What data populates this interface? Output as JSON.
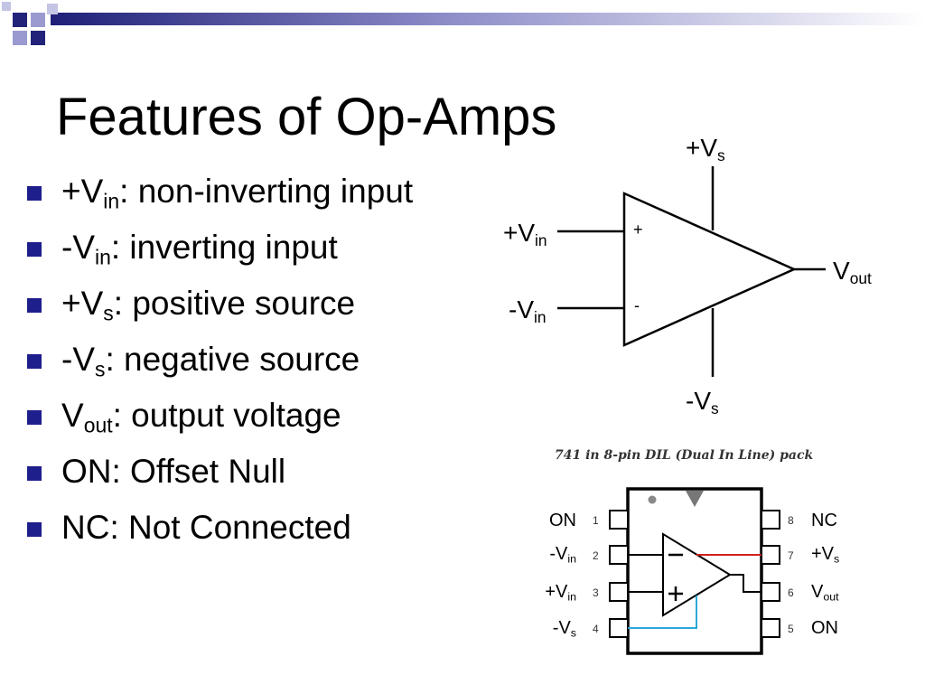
{
  "slide": {
    "title": "Features of Op-Amps",
    "colors": {
      "accent": "#2c2c80",
      "accent_light": "#9a9ad0",
      "bullet": "#1e1e8c",
      "pin_red": "#d02020",
      "pin_cyan": "#2aa8d8",
      "marker_gray": "#777777"
    }
  },
  "bullets": [
    {
      "main": "+V",
      "sub": "in",
      "rest": ": non-inverting input"
    },
    {
      "main": "-V",
      "sub": "in",
      "rest": ": inverting input"
    },
    {
      "main": "+V",
      "sub": "s",
      "rest": ": positive source"
    },
    {
      "main": "-V",
      "sub": "s",
      "rest": ": negative source"
    },
    {
      "main": "V",
      "sub": "out",
      "rest": ": output voltage"
    },
    {
      "main": "ON: Offset Null",
      "sub": "",
      "rest": ""
    },
    {
      "main": "NC: Not Connected",
      "sub": "",
      "rest": ""
    }
  ],
  "opamp": {
    "vs_pos": {
      "main": "+V",
      "sub": "s"
    },
    "vs_neg": {
      "main": "-V",
      "sub": "s"
    },
    "vin_pos": {
      "main": "+V",
      "sub": "in"
    },
    "vin_neg": {
      "main": "-V",
      "sub": "in"
    },
    "vout": {
      "main": "V",
      "sub": "out"
    },
    "plus_sign": "+",
    "minus_sign": "-"
  },
  "dil": {
    "caption": "741 in 8-pin DIL (Dual In Line) pack",
    "minus_symbol": "−",
    "plus_symbol": "+",
    "left_pins": [
      {
        "num": "1",
        "main": "ON",
        "sub": ""
      },
      {
        "num": "2",
        "main": "-V",
        "sub": "in"
      },
      {
        "num": "3",
        "main": "+V",
        "sub": "in"
      },
      {
        "num": "4",
        "main": "-V",
        "sub": "s"
      }
    ],
    "right_pins": [
      {
        "num": "8",
        "main": "NC",
        "sub": ""
      },
      {
        "num": "7",
        "main": "+V",
        "sub": "s"
      },
      {
        "num": "6",
        "main": "V",
        "sub": "out"
      },
      {
        "num": "5",
        "main": "ON",
        "sub": ""
      }
    ]
  }
}
